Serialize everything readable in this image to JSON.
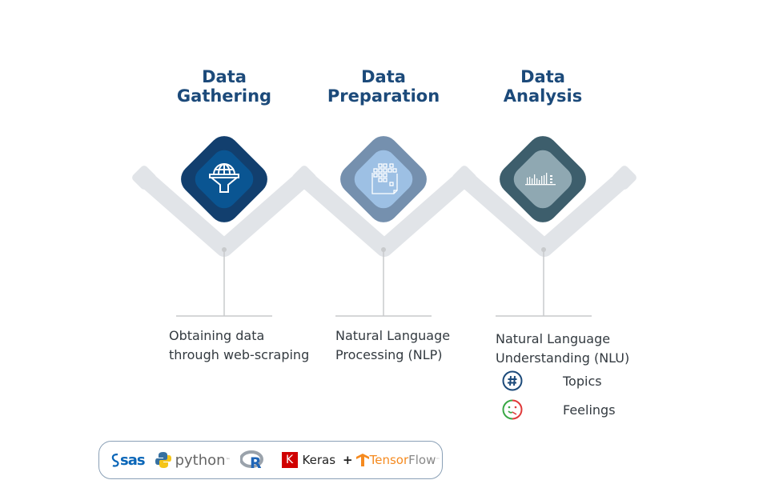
{
  "steps": [
    {
      "title_line1": "Data",
      "title_line2": "Gathering",
      "icon": "globe-funnel-icon",
      "outer_color": "#123f6e",
      "inner_color": "#0a5592",
      "description_line1": "Obtaining data",
      "description_line2": "through web-scraping"
    },
    {
      "title_line1": "Data",
      "title_line2": "Preparation",
      "icon": "data-grid-document-icon",
      "outer_color": "#7590ae",
      "inner_color": "#9dc0e4",
      "description_line1": "Natural Language",
      "description_line2": "Processing (NLP)"
    },
    {
      "title_line1": "Data",
      "title_line2": "Analysis",
      "icon": "bar-chart-icon",
      "outer_color": "#3d5e6c",
      "inner_color": "#8fa8b2",
      "description_line1": "Natural Language",
      "description_line2": "Understanding (NLU)"
    }
  ],
  "nlu_items": [
    {
      "label": "Topics",
      "icon": "hashtag-circle-icon"
    },
    {
      "label": "Feelings",
      "icon": "smiley-face-icon"
    }
  ],
  "tools": {
    "sas": "sas",
    "python": "python",
    "python_tm": "™",
    "r": "R",
    "keras_badge": "K",
    "keras": "Keras",
    "plus": "+",
    "tensor": "Tensor",
    "flow": "Flow",
    "tf_tm": "™"
  },
  "colors": {
    "title": "#1c4a7a",
    "zigzag": "#e1e4e8",
    "connector": "#c8cacc"
  }
}
